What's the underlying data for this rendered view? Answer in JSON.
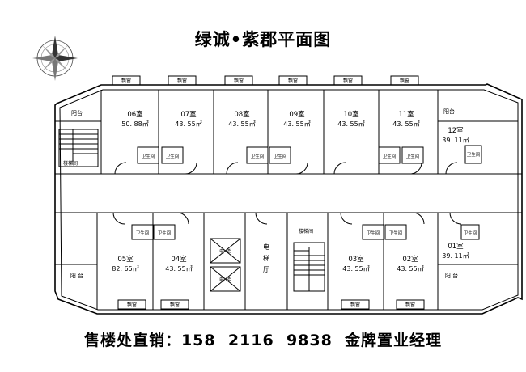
{
  "title": "绿诚•紫郡平面图",
  "footer": "售楼处直销：158  2116  9838  金牌置业经理",
  "labels": {
    "bay_window": "飘窗",
    "bathroom": "卫生间",
    "balcony": "阳台",
    "balcony_alt": "阳 台",
    "stairwell": "楼梯间",
    "elevator": "电 梯",
    "elevator_hall": "电梯厅"
  },
  "units": [
    {
      "name": "06室",
      "area": "50. 88㎡"
    },
    {
      "name": "07室",
      "area": "43. 55㎡"
    },
    {
      "name": "08室",
      "area": "43. 55㎡"
    },
    {
      "name": "09室",
      "area": "43. 55㎡"
    },
    {
      "name": "10室",
      "area": "43. 55㎡"
    },
    {
      "name": "11室",
      "area": "43. 55㎡"
    },
    {
      "name": "12室",
      "area": "39. 11㎡"
    },
    {
      "name": "05室",
      "area": "82. 65㎡"
    },
    {
      "name": "04室",
      "area": "43. 55㎡"
    },
    {
      "name": "03室",
      "area": "43. 55㎡"
    },
    {
      "name": "02室",
      "area": "43. 55㎡"
    },
    {
      "name": "01室",
      "area": "39. 11㎡"
    }
  ]
}
